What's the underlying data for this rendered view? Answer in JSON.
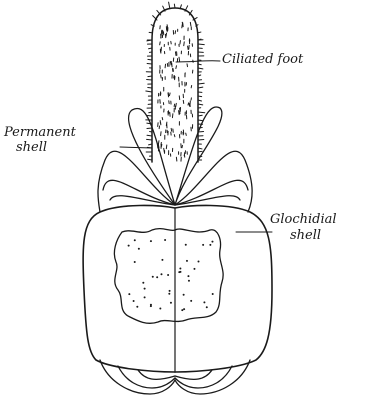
{
  "labels": {
    "ciliated_foot": "Ciliated foot",
    "permanent_shell_line1": "Permanent",
    "permanent_shell_line2": "shell",
    "glochidial_shell_line1": "Glochidial",
    "glochidial_shell_line2": "shell"
  },
  "colors": {
    "ink": "#1a1a1a",
    "paper": "#ffffff"
  }
}
